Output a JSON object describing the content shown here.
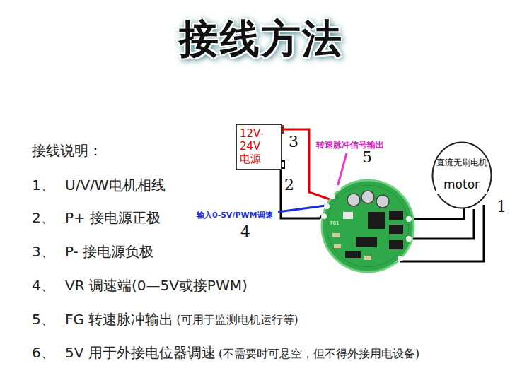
{
  "diagram": {
    "title": "接线方法",
    "nodes": [
      {
        "text": [
          "12V- 24V 电源"
        ]
      },
      {
        "text": [
          "直流无刷电机",
          "motor"
        ]
      }
    ],
    "edges": [],
    "labels": [
      "接线说明：",
      "1、",
      "U/V/W电机相线",
      "2、",
      "P+ 接电源正极",
      "3、",
      "P- 接电源负极",
      "4、",
      "VR 调速端(0—5V或接PWM)",
      "5、",
      "FG 转速脉冲输出",
      "(可用于监测电机运行等)",
      "6、",
      "5V 用于外接电位器调速",
      "(不需要时可悬空，但不得外接用电设备)",
      "3",
      "2",
      "5",
      "4",
      "1",
      "转速脉冲信号输出",
      "输入0-5V/PWM调速",
      "701"
    ]
  }
}
